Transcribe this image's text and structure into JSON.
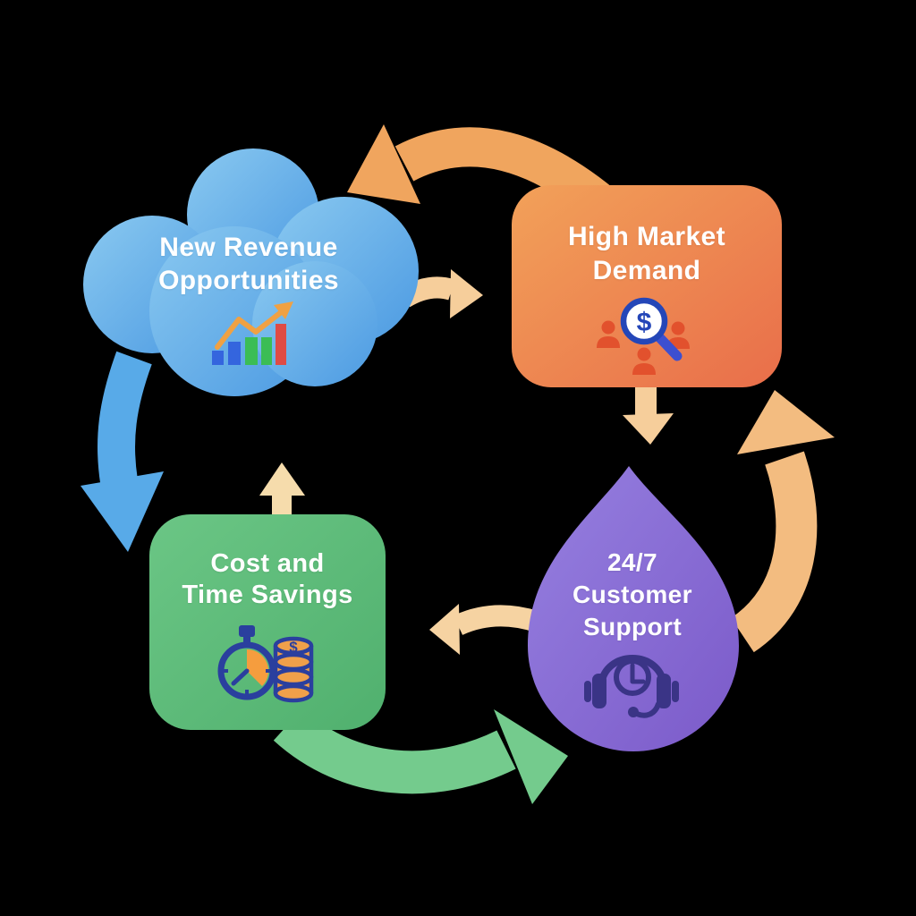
{
  "background": "#000000",
  "nodes": {
    "cloud": {
      "name": "New Revenue Opportunities",
      "shape": "cloud",
      "lines": [
        "New Revenue",
        "Opportunities"
      ],
      "gradient": [
        "#8AC9F0",
        "#4C9AE2"
      ]
    },
    "market": {
      "name": "High Market Demand",
      "shape": "rounded-rect",
      "lines": [
        "High Market",
        "Demand"
      ],
      "gradient": [
        "#F2A159",
        "#E96E4A"
      ]
    },
    "support": {
      "name": "24/7 Customer Support",
      "shape": "teardrop",
      "lines": [
        "24/7",
        "Customer",
        "Support"
      ],
      "gradient": [
        "#9680E0",
        "#7B5AC9"
      ]
    },
    "savings": {
      "name": "Cost and Time Savings",
      "shape": "rounded-rect",
      "lines": [
        "Cost and",
        "Time Savings"
      ],
      "gradient": [
        "#6BC685",
        "#50B06E"
      ]
    }
  },
  "glyphs": {
    "dollar": "$"
  },
  "arrows": {
    "market_to_cloud": {
      "color": "#F0A55E",
      "direction": "curved-left"
    },
    "cloud_to_market": {
      "color": "#F6CE9B",
      "direction": "right"
    },
    "cloud_down": {
      "color": "#58AAE8",
      "direction": "down"
    },
    "market_to_support": {
      "color": "#F6CE9B",
      "direction": "down"
    },
    "support_to_market": {
      "color": "#F3BC80",
      "direction": "curved-up"
    },
    "support_to_savings": {
      "color": "#F6D3A2",
      "direction": "left"
    },
    "savings_up": {
      "color": "#F6DCAC",
      "direction": "up"
    },
    "savings_to_support": {
      "color": "#74CB8D",
      "direction": "curved-right"
    }
  },
  "icons": {
    "chart": {
      "bars": [
        "#3465DE",
        "#3465DE",
        "#3BBD55",
        "#3BBD55",
        "#DF4B44"
      ],
      "trend": "#F0A143"
    },
    "market_search": {
      "people": "#E2512D",
      "ring": "#2446B8",
      "handle": "#3D4FD0",
      "dollar_color": "#2446B8",
      "lens": "#FFFFFF"
    },
    "headset": {
      "color": "#3A3486"
    },
    "stopwatch": {
      "outline": "#2A3F9E",
      "wedge": "#F59D3E",
      "coin": "#F0A04A"
    }
  }
}
